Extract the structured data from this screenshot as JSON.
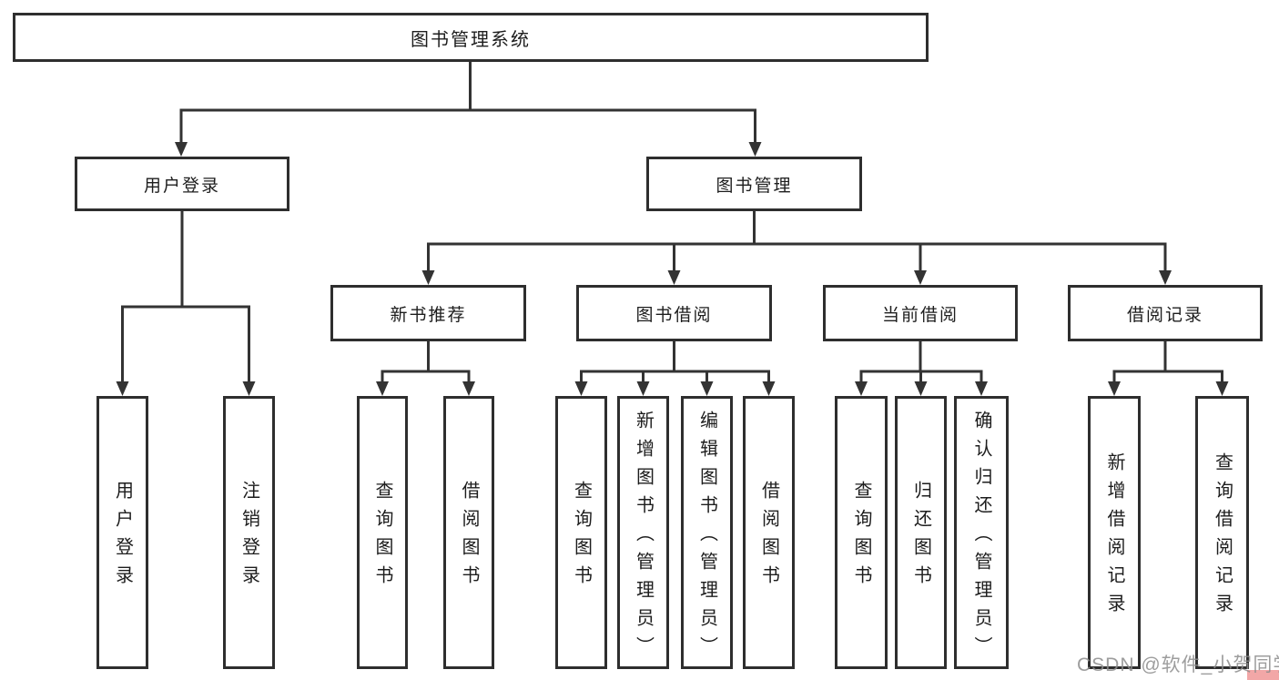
{
  "diagram": {
    "root": {
      "label": "图书管理系统",
      "children": [
        {
          "label": "用户登录",
          "children": [
            {
              "label": "用户登录"
            },
            {
              "label": "注销登录"
            }
          ]
        },
        {
          "label": "图书管理",
          "children": [
            {
              "label": "新书推荐",
              "children": [
                {
                  "label": "查询图书"
                },
                {
                  "label": "借阅图书"
                }
              ]
            },
            {
              "label": "图书借阅",
              "children": [
                {
                  "label": "查询图书"
                },
                {
                  "label": "新增图书（管理员）"
                },
                {
                  "label": "编辑图书（管理员）"
                },
                {
                  "label": "借阅图书"
                }
              ]
            },
            {
              "label": "当前借阅",
              "children": [
                {
                  "label": "查询图书"
                },
                {
                  "label": "归还图书"
                },
                {
                  "label": "确认归还（管理员）"
                }
              ]
            },
            {
              "label": "借阅记录",
              "children": [
                {
                  "label": "新增借阅记录"
                },
                {
                  "label": "查询借阅记录"
                }
              ]
            }
          ]
        }
      ]
    }
  },
  "watermark": {
    "text": "CSDN @软件_小贺同学"
  },
  "colors": {
    "line": "#333333",
    "box_border": "#2e2e2e",
    "text": "#1d1d1d",
    "watermark": "#8c8c8c",
    "watermark_accent": "#f2a7a7",
    "background": "#ffffff"
  }
}
